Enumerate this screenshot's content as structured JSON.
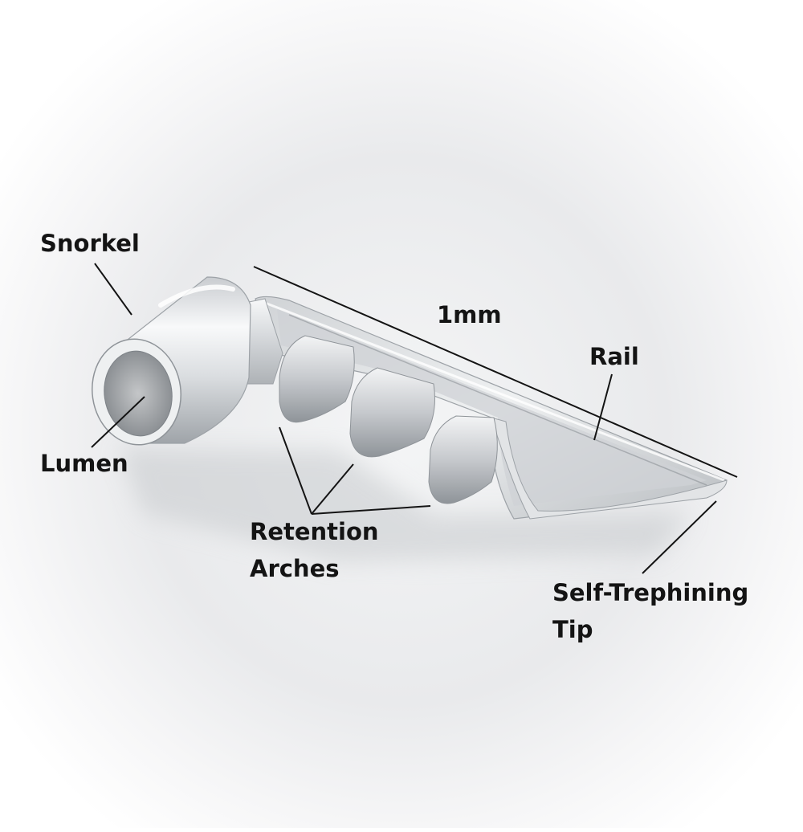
{
  "labels": {
    "snorkel": "Snorkel",
    "lumen": "Lumen",
    "dimension": "1mm",
    "rail": "Rail",
    "retention_line1": "Retention",
    "retention_line2": "Arches",
    "tip_line1": "Self-Trephining",
    "tip_line2": "Tip"
  },
  "colors": {
    "background": "#ffffff",
    "device": "#e8eaed",
    "text": "#141414",
    "leader": "#141414"
  }
}
